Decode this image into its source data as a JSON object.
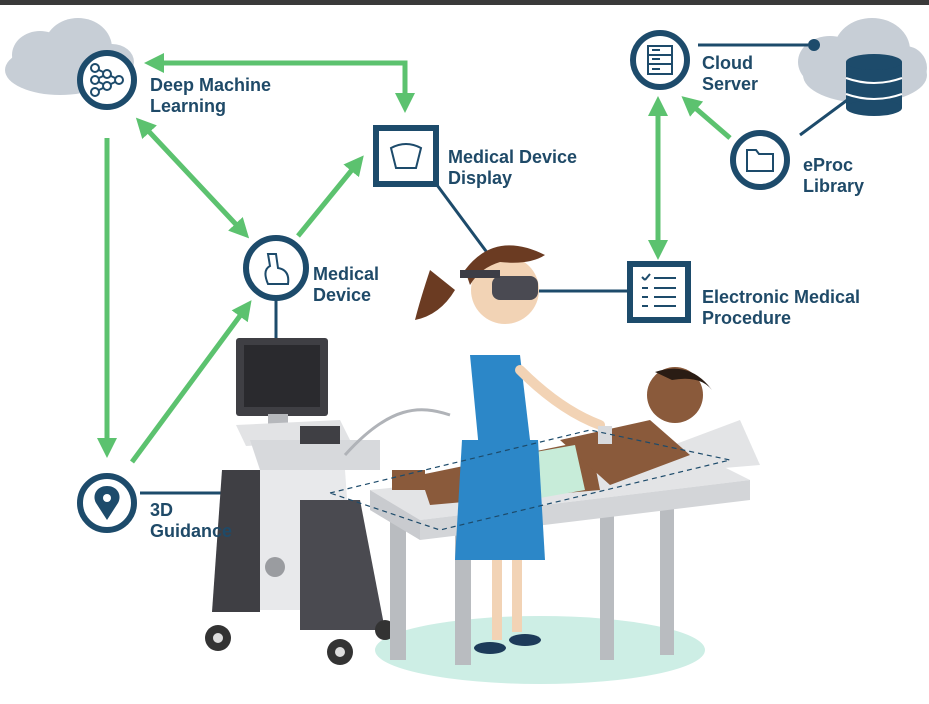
{
  "nodes": {
    "deep_machine_learning": {
      "line1": "Deep Machine",
      "line2": "Learning",
      "icon": "neural-network-icon"
    },
    "medical_device_display": {
      "line1": "Medical Device",
      "line2": "Display",
      "icon": "ultrasound-screen-icon"
    },
    "medical_device": {
      "line1": "Medical",
      "line2": "Device",
      "icon": "ultrasound-probe-icon"
    },
    "guidance_3d": {
      "line1": "3D",
      "line2": "Guidance",
      "icon": "location-pin-icon"
    },
    "cloud_server": {
      "line1": "Cloud",
      "line2": "Server",
      "icon": "server-icon"
    },
    "eproc_library": {
      "line1": "eProc",
      "line2": "Library",
      "icon": "folder-icon"
    },
    "electronic_medical_procedure": {
      "line1": "Electronic Medical",
      "line2": "Procedure",
      "icon": "checklist-icon"
    }
  },
  "colors": {
    "node_border": "#1d4b6b",
    "label_text": "#1f4a68",
    "arrow": "#5cc26f",
    "connector": "#1d4b6b",
    "cloud": "#c7ced6",
    "database": "#1d4b6b",
    "floor": "#cdeee5",
    "nurse_dress": "#2c87c8",
    "table": "#d9dbde"
  }
}
